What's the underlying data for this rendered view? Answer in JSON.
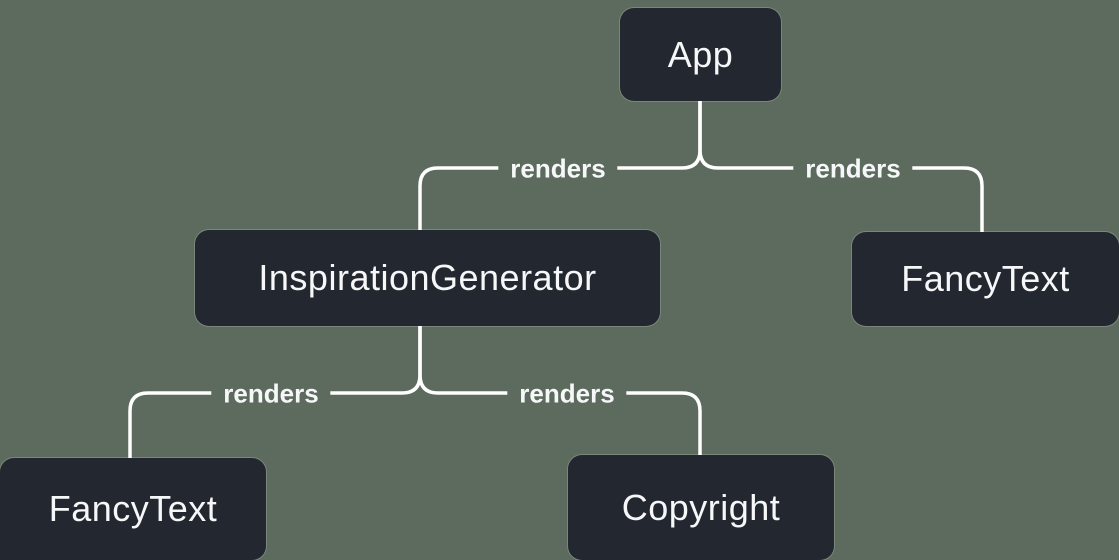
{
  "colors": {
    "background": "#5d6b5e",
    "node": "#23272f",
    "text": "#f6f7f9",
    "line": "#ffffff"
  },
  "diagram": {
    "title": "component-render-tree",
    "nodes": [
      {
        "id": "app",
        "label": "App"
      },
      {
        "id": "inspiration-generator",
        "label": "InspirationGenerator"
      },
      {
        "id": "fancy-text-top",
        "label": "FancyText"
      },
      {
        "id": "fancy-text-bottom",
        "label": "FancyText"
      },
      {
        "id": "copyright",
        "label": "Copyright"
      }
    ],
    "edges": [
      {
        "from": "App",
        "to": "InspirationGenerator",
        "label": "renders"
      },
      {
        "from": "App",
        "to": "FancyText",
        "label": "renders"
      },
      {
        "from": "InspirationGenerator",
        "to": "FancyText",
        "label": "renders"
      },
      {
        "from": "InspirationGenerator",
        "to": "Copyright",
        "label": "renders"
      }
    ]
  }
}
